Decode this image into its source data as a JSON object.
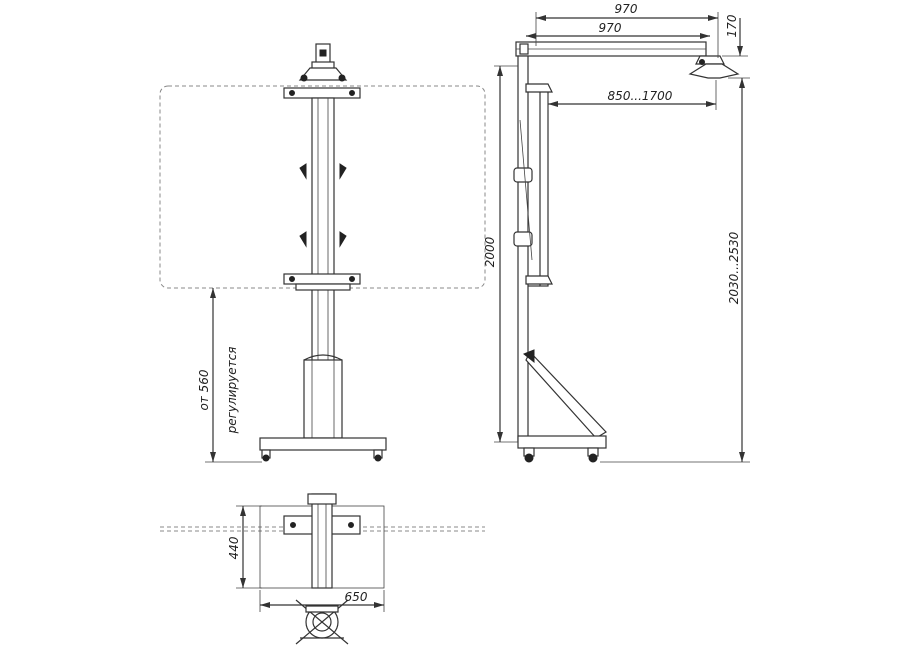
{
  "dimensions": {
    "top_outer_width": "970",
    "top_inner_width": "970",
    "top_height": "170",
    "arm_range": "850...1700",
    "stand_height": "2000",
    "total_height_range": "2030...2530",
    "bottom_clearance_value": "от 560",
    "bottom_clearance_note": "регулируется",
    "base_depth": "440",
    "base_width": "650"
  }
}
